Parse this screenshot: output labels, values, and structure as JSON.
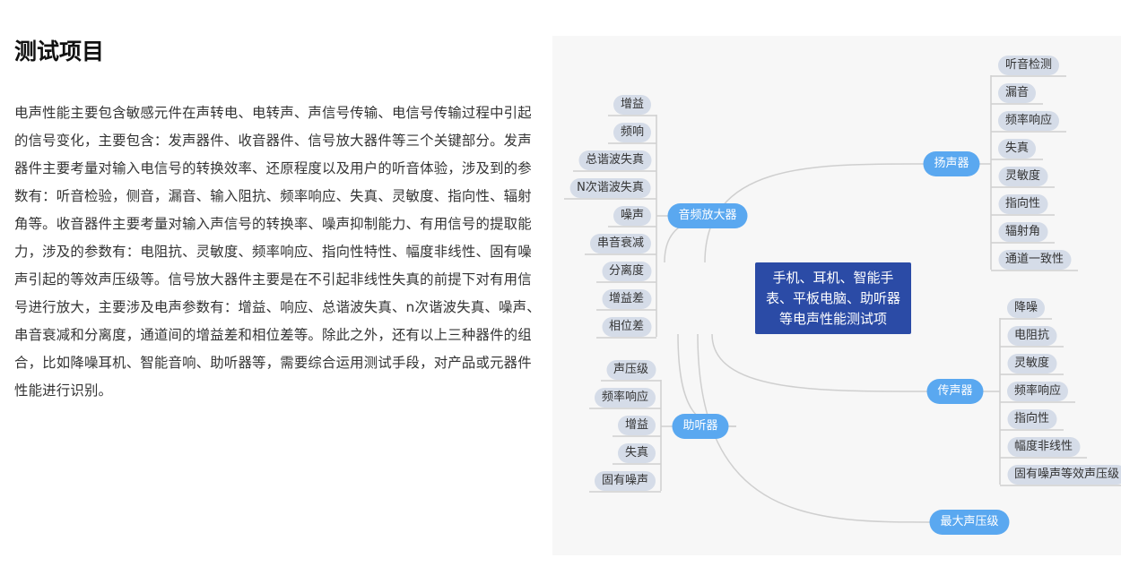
{
  "title": "测试项目",
  "paragraph": "电声性能主要包含敏感元件在声转电、电转声、声信号传输、电信号传输过程中引起的信号变化，主要包含：发声器件、收音器件、信号放大器件等三个关键部分。发声器件主要考量对输入电信号的转换效率、还原程度以及用户的听音体验，涉及到的参数有：听音检验，侧音，漏音、输入阻抗、频率响应、失真、灵敏度、指向性、辐射角等。收音器件主要考量对输入声信号的转换率、噪声抑制能力、有用信号的提取能力，涉及的参数有：电阻抗、灵敏度、频率响应、指向性特性、幅度非线性、固有噪声引起的等效声压级等。信号放大器件主要是在不引起非线性失真的前提下对有用信号进行放大，主要涉及电声参数有：增益、响应、总谐波失真、n次谐波失真、噪声、串音衰减和分离度，通道间的增益差和相位差等。除此之外，还有以上三种器件的组合，比如降噪耳机、智能音响、助听器等，需要综合运用测试手段，对产品或元器件性能进行识别。",
  "mindmap": {
    "center": "手机、耳机、智能手表、平板电脑、助听器等电声性能测试项",
    "branches": [
      {
        "label": "音频放大器",
        "children": [
          "增益",
          "频响",
          "总谐波失真",
          "N次谐波失真",
          "噪声",
          "串音衰减",
          "分离度",
          "增益差",
          "相位差"
        ]
      },
      {
        "label": "助听器",
        "children": [
          "声压级",
          "频率响应",
          "增益",
          "失真",
          "固有噪声"
        ]
      },
      {
        "label": "扬声器",
        "children": [
          "听音检测",
          "漏音",
          "频率响应",
          "失真",
          "灵敏度",
          "指向性",
          "辐射角",
          "通道一致性"
        ]
      },
      {
        "label": "传声器",
        "children": [
          "降噪",
          "电阻抗",
          "灵敏度",
          "频率响应",
          "指向性",
          "幅度非线性",
          "固有噪声等效声压级"
        ]
      },
      {
        "label": "最大声压级",
        "children": []
      }
    ]
  }
}
